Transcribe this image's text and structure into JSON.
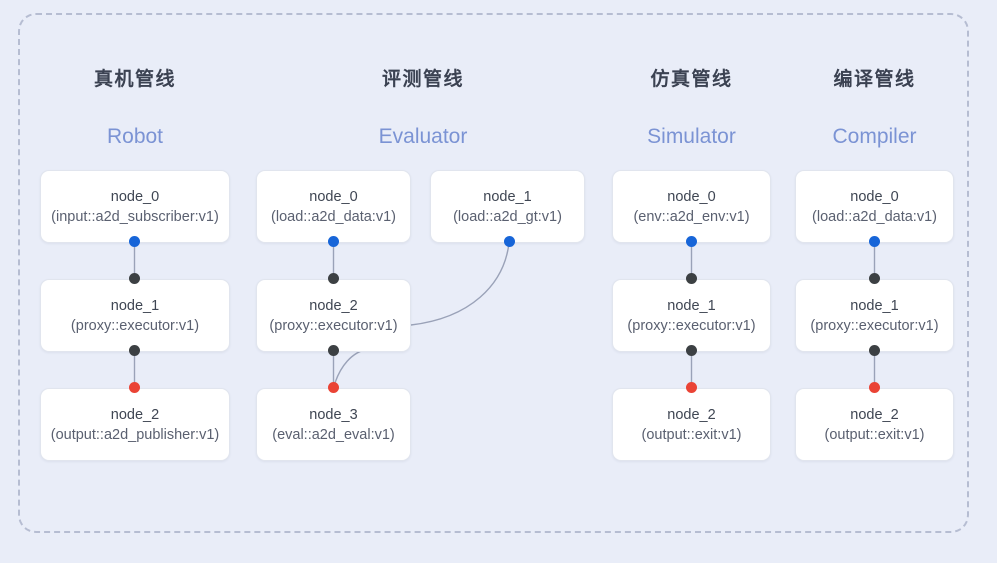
{
  "diagram": {
    "background_color": "#e9edf8",
    "frame_border_color": "#b6bdd2",
    "node_fill": "#ffffff",
    "port_colors": {
      "output": "#1765d8",
      "internal": "#3c4043",
      "terminal": "#ea4335"
    },
    "edge_color": "#9aa2b8"
  },
  "columns": [
    {
      "id": "robot",
      "title_cn": "真机管线",
      "title_en": "Robot",
      "nodes": [
        {
          "name": "node_0",
          "spec": "(input::a2d_subscriber:v1)"
        },
        {
          "name": "node_1",
          "spec": "(proxy::executor:v1)"
        },
        {
          "name": "node_2",
          "spec": "(output::a2d_publisher:v1)"
        }
      ]
    },
    {
      "id": "evaluator",
      "title_cn": "评测管线",
      "title_en": "Evaluator",
      "nodes": [
        {
          "name": "node_0",
          "spec": "(load::a2d_data:v1)"
        },
        {
          "name": "node_1",
          "spec": "(load::a2d_gt:v1)"
        },
        {
          "name": "node_2",
          "spec": "(proxy::executor:v1)"
        },
        {
          "name": "node_3",
          "spec": "(eval::a2d_eval:v1)"
        }
      ]
    },
    {
      "id": "simulator",
      "title_cn": "仿真管线",
      "title_en": "Simulator",
      "nodes": [
        {
          "name": "node_0",
          "spec": "(env::a2d_env:v1)"
        },
        {
          "name": "node_1",
          "spec": "(proxy::executor:v1)"
        },
        {
          "name": "node_2",
          "spec": "(output::exit:v1)"
        }
      ]
    },
    {
      "id": "compiler",
      "title_cn": "编译管线",
      "title_en": "Compiler",
      "nodes": [
        {
          "name": "node_0",
          "spec": "(load::a2d_data:v1)"
        },
        {
          "name": "node_1",
          "spec": "(proxy::executor:v1)"
        },
        {
          "name": "node_2",
          "spec": "(output::exit:v1)"
        }
      ]
    }
  ]
}
